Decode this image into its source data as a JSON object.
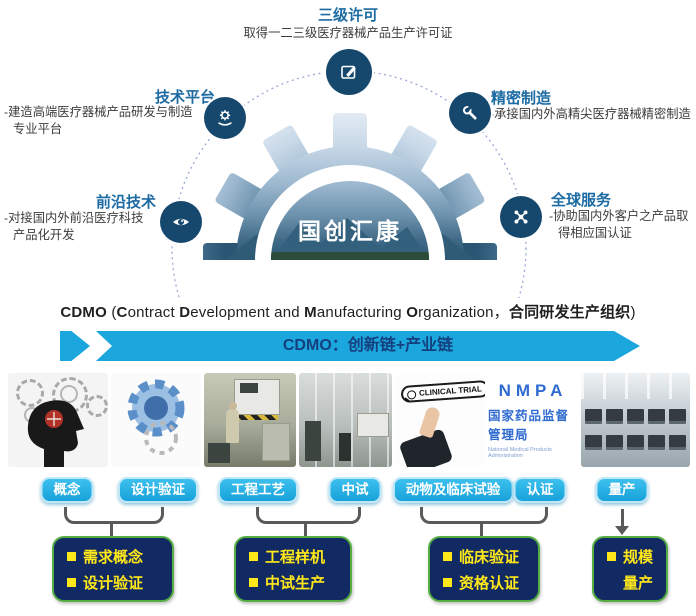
{
  "hub": {
    "label": "国创汇康"
  },
  "nodes": {
    "license": {
      "title": "三级许可",
      "lines": [
        "取得一二三级医疗器械产品生产许可证"
      ],
      "icon": "edit-icon"
    },
    "tech": {
      "title": "技术平台",
      "lines": [
        "-建造高端医疗器械产品研发与制造",
        "专业平台"
      ],
      "icon": "gear-service-icon"
    },
    "frontier": {
      "title": "前沿技术",
      "lines": [
        "-对接国内外前沿医疗科技",
        "产品化开发"
      ],
      "icon": "eye-icon"
    },
    "precision": {
      "title": "精密制造",
      "lines": [
        "-承接国内外高精尖医疗器械精密制造"
      ],
      "icon": "wrench-icon"
    },
    "global": {
      "title": "全球服务",
      "lines": [
        "-协助国内外客户之产品取",
        "得相应国认证"
      ],
      "icon": "drone-icon"
    }
  },
  "cdmo_heading": {
    "segments": [
      {
        "t": "CDMO",
        "b": true
      },
      {
        "t": " (",
        "b": false
      },
      {
        "t": "C",
        "b": true
      },
      {
        "t": "ontract ",
        "b": false
      },
      {
        "t": "D",
        "b": true
      },
      {
        "t": "evelopment and ",
        "b": false
      },
      {
        "t": "M",
        "b": true
      },
      {
        "t": "anufacturing ",
        "b": false
      },
      {
        "t": "O",
        "b": true
      },
      {
        "t": "rganization，",
        "b": false
      },
      {
        "t": "合同研发生产组织",
        "b": true
      },
      {
        "t": ")",
        "b": false
      }
    ]
  },
  "banner": {
    "label": "CDMO：创新链+产业链"
  },
  "images": {
    "concept": {
      "name": "idea-head-gears-photo"
    },
    "gear3d": {
      "name": "blue-gear-cad-photo"
    },
    "factory": {
      "name": "assembly-workshop-photo"
    },
    "cleanroom": {
      "name": "cleanroom-photo"
    },
    "clinical": {
      "label": "CLINICAL TRIAL"
    },
    "nmpa": {
      "line1": "NMPA",
      "line2": "国家药品监督管理局",
      "line3": "National Medical Products Administration"
    },
    "monitors": {
      "name": "production-line-monitors-photo"
    }
  },
  "stages": [
    {
      "label": "概念"
    },
    {
      "label": "设计验证"
    },
    {
      "label": "工程工艺"
    },
    {
      "label": "中试"
    },
    {
      "label": "动物及临床试验"
    },
    {
      "label": "认证"
    },
    {
      "label": "量产"
    }
  ],
  "outcomes": [
    {
      "lines": [
        "需求概念",
        "设计验证"
      ]
    },
    {
      "lines": [
        "工程样机",
        "中试生产"
      ]
    },
    {
      "lines": [
        "临床验证",
        "资格认证"
      ]
    },
    {
      "lines": [
        "规模",
        "量产"
      ]
    }
  ],
  "colors": {
    "node_title_blue": "#1d6ba3",
    "node_circle_navy": "#16486d",
    "dotted_arc": "#9aa7da",
    "banner_cyan": "#1ba6dd",
    "banner_text_navy": "#14407e",
    "stage_button_cyan": "#17a2da",
    "outcome_box_navy": "#122a63",
    "outcome_border_green": "#56ae43",
    "outcome_text_yellow": "#ffe81a",
    "connector_gray": "#5a5a5a",
    "nmpa_blue": "#2f6bd0"
  }
}
